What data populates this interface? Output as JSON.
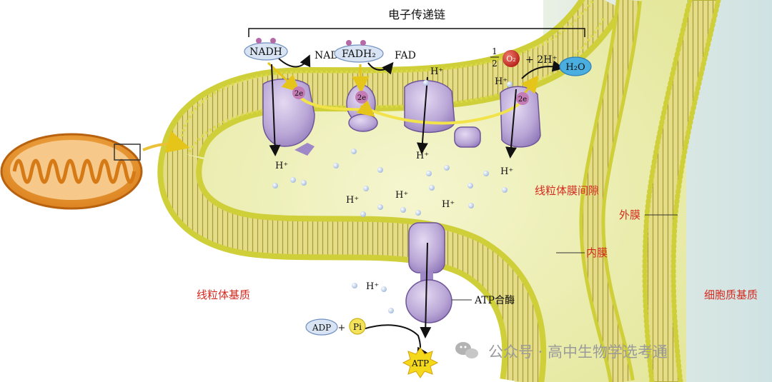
{
  "title": "电子传递链",
  "labels": {
    "nadh": "NADH",
    "nad_plus": "NAD⁺",
    "fadh2": "FADH₂",
    "fad": "FAD",
    "half_num": "1",
    "half_den": "2",
    "o2": "O₂",
    "plus_2h": "+ 2H⁺",
    "h2o": "H₂O",
    "two_e": "2e",
    "h_plus": "H⁺",
    "adp": "ADP",
    "plus": "+",
    "pi": "Pi",
    "atp": "ATP",
    "atp_synthase": "ATP合酶",
    "intermembrane_space": "线粒体膜间隙",
    "outer_membrane": "外膜",
    "inner_membrane": "内膜",
    "matrix": "线粒体基质",
    "cytoplasm_matrix": "细胞质基质"
  },
  "watermark": {
    "icon": "wechat-icon",
    "text": "公众号 · 高中生物学选考通"
  },
  "colors": {
    "membrane": "#c9c93c",
    "lipid_head": "#d8d84a",
    "protein": "#b9a6d6",
    "protein_dark": "#7d64a8",
    "proton": "#b8cbe8",
    "electron_path": "#f2e34a",
    "label_red": "#d42a20",
    "intermembrane": "#eef0b8",
    "cytoplasm": "#e1ecea"
  }
}
